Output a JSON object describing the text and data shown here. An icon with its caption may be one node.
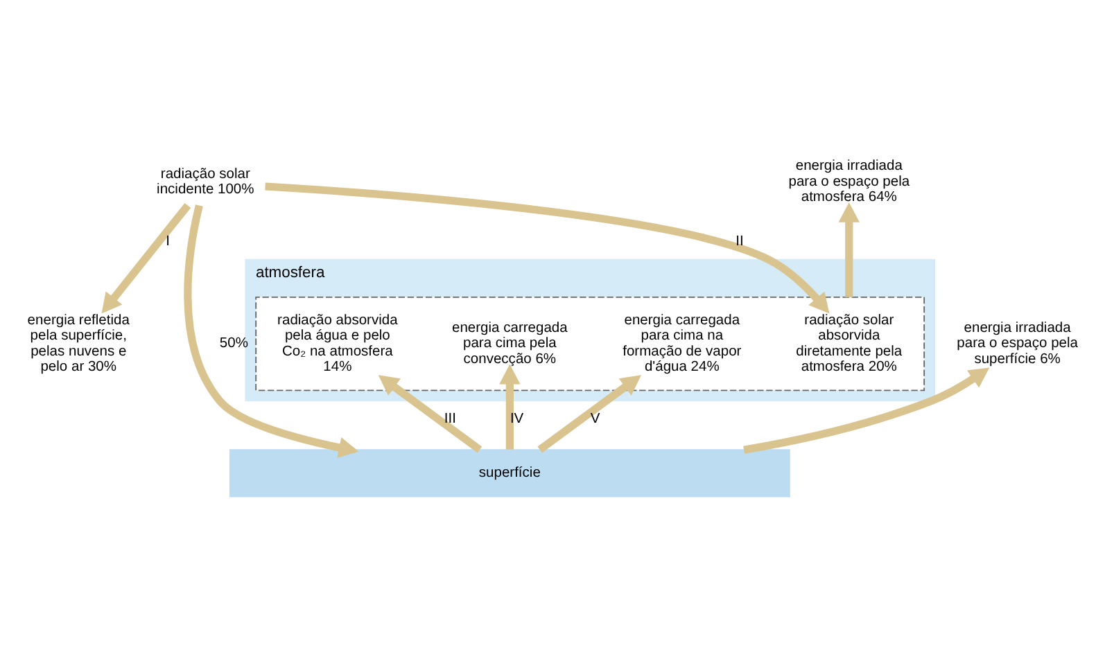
{
  "diagram": {
    "nodes": [
      {
        "text": [
          "radiação solar incidente 100%"
        ]
      },
      {
        "text": [
          "energia refletida pela superfície, pelas nuvens e pelo ar 30%"
        ]
      },
      {
        "text": [
          "atmosfera"
        ]
      },
      {
        "text": [
          "superfície"
        ]
      },
      {
        "text": [],
        "shape": "box",
        "in": 2
      },
      {
        "text": [
          "radiação solar absorvida diretamente pela atmosfera 20%"
        ],
        "in": 4
      },
      {
        "text": [
          "radiação absorvida pela água e pelo Co₂ na atmosfera 14%"
        ],
        "in": 4
      },
      {
        "text": [
          "energia carregada para cima pela convecção 6%"
        ],
        "in": 4
      },
      {
        "text": [
          "energia carregada para cima na formação de vapor d'água 24%"
        ],
        "in": 4
      },
      {
        "text": [
          "energia irradiada para o espaço pela atmosfera 64%"
        ]
      },
      {
        "text": [
          "energia irradiada para o espaço pela superfície 6%"
        ]
      }
    ],
    "edges": [
      {
        "from": 0,
        "to": 1,
        "arrow": "to",
        "label": "I"
      },
      {
        "from": 0,
        "to": 5,
        "arrow": "to",
        "label": "II"
      },
      {
        "from": 0,
        "to": 3,
        "arrow": "to",
        "label": "50%"
      },
      {
        "from": 3,
        "to": 6,
        "arrow": "to",
        "label": "III"
      },
      {
        "from": 3,
        "to": 7,
        "arrow": "to",
        "label": "IV"
      },
      {
        "from": 3,
        "to": 8,
        "arrow": "to",
        "label": "V"
      },
      {
        "from": 4,
        "to": 9,
        "arrow": "to"
      },
      {
        "from": 3,
        "to": 10,
        "arrow": "to"
      }
    ]
  }
}
